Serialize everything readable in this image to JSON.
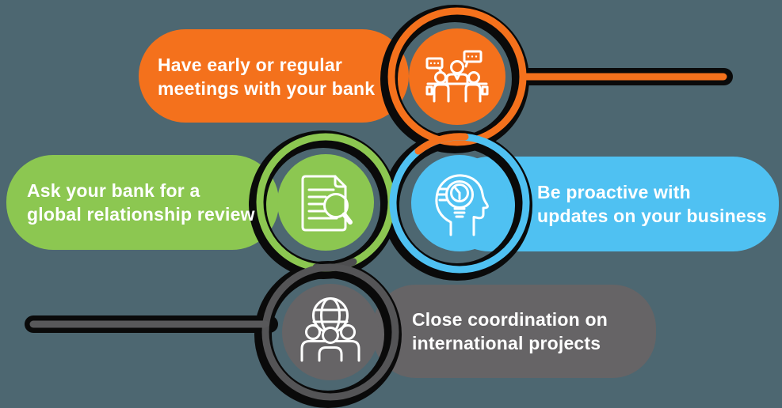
{
  "title": "Bank relationship infographic",
  "background_color": "#4D6771",
  "connector_outline_color": "#0A0A0A",
  "text_color": "#FFFFFF",
  "banners": [
    {
      "id": "meetings",
      "color": "#F4711C",
      "icon": "meeting-icon",
      "lines": [
        "Have early or regular",
        "meetings with your bank"
      ]
    },
    {
      "id": "review",
      "color": "#8CC751",
      "icon": "document-search-icon",
      "lines": [
        "Ask your bank for a",
        "global relationship review"
      ]
    },
    {
      "id": "proactive",
      "color": "#4FC1F2",
      "icon": "head-idea-icon",
      "lines": [
        "Be proactive with",
        "updates on your business"
      ]
    },
    {
      "id": "coordination",
      "color": "#666466",
      "icon": "global-team-icon",
      "lines": [
        "Close coordination on",
        "international projects"
      ]
    }
  ]
}
